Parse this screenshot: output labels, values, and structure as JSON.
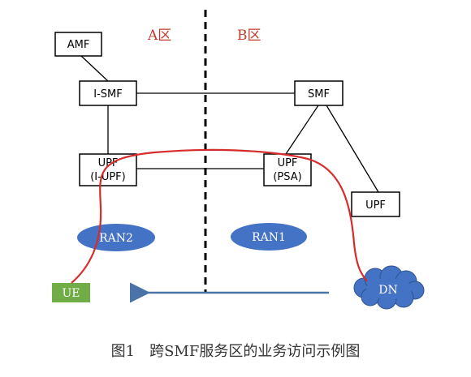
{
  "zones": {
    "a_label": "A区",
    "b_label": "B区"
  },
  "nodes": {
    "amf": "AMF",
    "i_smf": "I-SMF",
    "smf": "SMF",
    "upf_i_upf_line1": "UPF",
    "upf_i_upf_line2": "(I-UPF)",
    "upf_psa_line1": "UPF",
    "upf_psa_line2": "(PSA)",
    "upf": "UPF",
    "ran2": "RAN2",
    "ran1": "RAN1",
    "ue": "UE",
    "dn": "DN"
  },
  "caption": "图1　跨SMF服务区的业务访问示例图",
  "colors": {
    "zone_label": "#c0392b",
    "path": "#d62c2c",
    "ellipse": "#4472c4",
    "ue_box": "#70ad47",
    "arrow": "#4a73a8"
  }
}
